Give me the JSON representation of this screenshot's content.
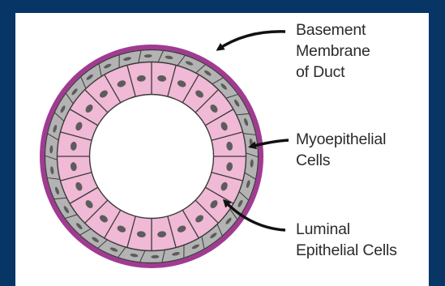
{
  "labels": {
    "basement_membrane": [
      "Basement",
      "Membrane",
      "of Duct"
    ],
    "myoepithelial": [
      "Myoepithelial",
      "Cells"
    ],
    "luminal": [
      "Luminal",
      "Epithelial Cells"
    ]
  },
  "colors": {
    "background": "#063566",
    "panel": "#ffffff",
    "basement_membrane": "#a13b92",
    "myoepithelial_layer": "#b3b3b3",
    "myoepithelial_nucleus": "#5c5c5c",
    "luminal_cell": "#f0b9d6",
    "luminal_nucleus": "#5c5c5c",
    "cell_outline": "#3a3a3a",
    "arrow": "#111111"
  }
}
